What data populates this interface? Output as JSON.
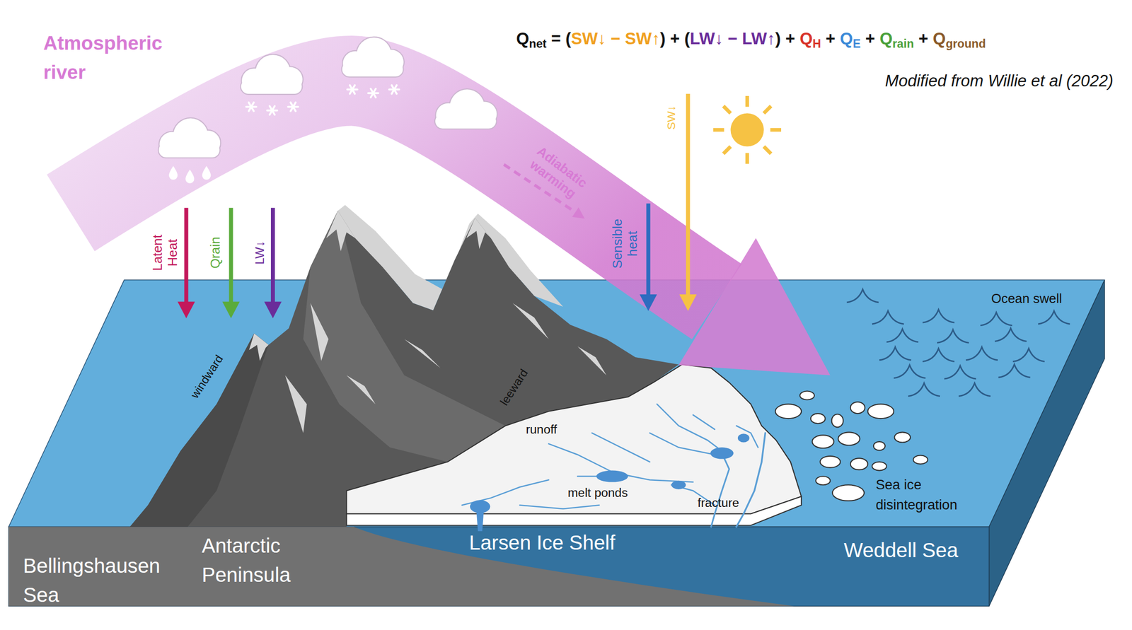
{
  "diagram": {
    "labels": [
      "Atmospheric river",
      "Q",
      "net",
      "= (",
      "SW↓ − SW↑",
      ") + (",
      "LW↓ − LW↑",
      ") +",
      "Q",
      "H",
      "+",
      "Q",
      "E",
      "+",
      "Q",
      "rain",
      "+",
      "Q",
      "ground",
      "Modified from Willie et al (2022)",
      "Adiabatic warming",
      "Latent Heat",
      "Qrain",
      "LW↓",
      "Sensible heat",
      "SW↓",
      "windward",
      "leeward",
      "runoff",
      "melt ponds",
      "fracture",
      "Ocean swell",
      "Sea ice disintegration",
      "Bellingshausen Sea",
      "Antarctic Peninsula",
      "Larsen Ice Shelf",
      "Weddell Sea"
    ]
  }
}
